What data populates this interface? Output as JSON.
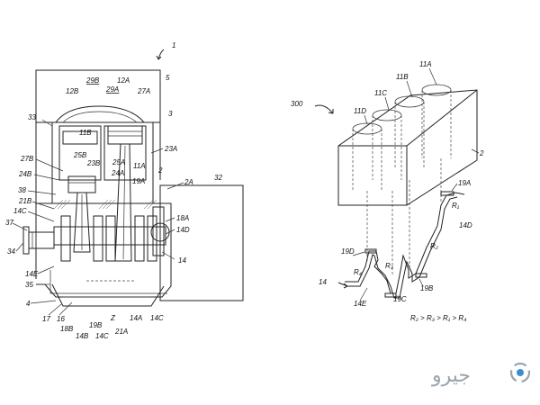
{
  "figure_left": {
    "labels": {
      "fig_no": "1",
      "l5": "5",
      "l3": "3",
      "l33": "33",
      "l29B": "29B",
      "l29A": "29A",
      "l12A": "12A",
      "l12B": "12B",
      "l27A": "27A",
      "l11B": "11B",
      "l23A": "23A",
      "l27B": "27B",
      "l25B": "25B",
      "l23B": "23B",
      "l25A": "25A",
      "l24A": "24A",
      "l11A": "11A",
      "l2": "2",
      "l24B": "24B",
      "l19A": "19A",
      "l2A": "2A",
      "l32": "32",
      "l38": "38",
      "l21B": "21B",
      "l14C_a": "14C",
      "l37": "37",
      "l18A": "18A",
      "l14D": "14D",
      "l34": "34",
      "l14": "14",
      "l14E": "14E",
      "l35": "35",
      "l4": "4",
      "l17": "17",
      "l16": "16",
      "l19B": "19B",
      "lZ": "Z",
      "l14A": "14A",
      "l18B": "18B",
      "l14B": "14B",
      "l14C_b": "14C",
      "l21A": "21A",
      "l14C_c": "14C"
    }
  },
  "figure_right": {
    "labels": {
      "l300": "300",
      "l11A": "11A",
      "l11B": "11B",
      "l11C": "11C",
      "l11D": "11D",
      "l2": "2",
      "l19A": "19A",
      "lR1": "R₁",
      "l14D": "14D",
      "l19D": "19D",
      "lR4": "R₄",
      "lR2": "R₂",
      "lR3": "R₃",
      "l14": "14",
      "l14E": "14E",
      "l19C": "19C",
      "l19B": "19B",
      "relation": "R₂ > R₃ > R₁ > R₄"
    }
  },
  "watermark": {
    "logo_text": "جیرو"
  },
  "colors": {
    "ink": "#222222",
    "watermark_gray": "#9aa4ad",
    "watermark_blue": "#3a8fd0"
  }
}
